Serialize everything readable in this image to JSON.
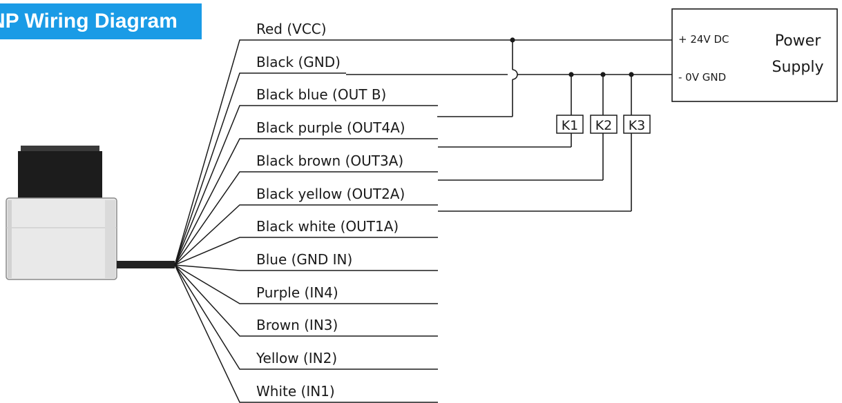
{
  "title": "NP Wiring Diagram",
  "wires": [
    {
      "label": "Red (VCC)"
    },
    {
      "label": "Black (GND)"
    },
    {
      "label": "Black blue (OUT B)"
    },
    {
      "label": "Black purple (OUT4A)"
    },
    {
      "label": "Black brown (OUT3A)"
    },
    {
      "label": "Black yellow (OUT2A)"
    },
    {
      "label": "Black white (OUT1A)"
    },
    {
      "label": "Blue (GND IN)"
    },
    {
      "label": "Purple (IN4)"
    },
    {
      "label": "Brown (IN3)"
    },
    {
      "label": "Yellow (IN2)"
    },
    {
      "label": "White (IN1)"
    }
  ],
  "power_supply": {
    "title_line1": "Power",
    "title_line2": "Supply",
    "positive": "+ 24V DC",
    "negative": "- 0V GND"
  },
  "relays": [
    "K1",
    "K2",
    "K3"
  ],
  "colors": {
    "banner": "#1a9be6",
    "line": "#1a1a1a",
    "sensor_top": "#1c1c1c",
    "sensor_body": "#e8e8e8"
  }
}
